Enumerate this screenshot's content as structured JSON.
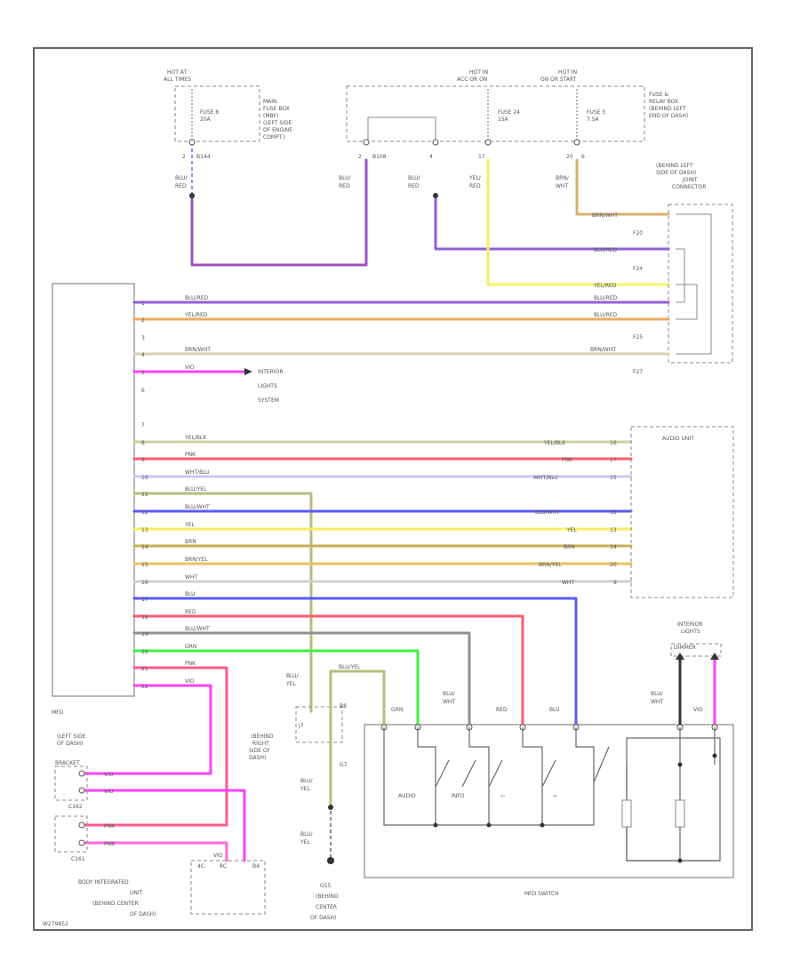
{
  "colors": {
    "purple": "#9060d8",
    "yellow": "#f5f060",
    "orange": "#f0a860",
    "tan": "#cbb98a",
    "gray": "#b0b0b0",
    "magenta": "#ff40ff",
    "olive": "#b8bc7a",
    "red": "#ff5a6e",
    "lavender": "#b8b8f0",
    "blue": "#5a5aff",
    "brown": "#c8b050",
    "orange_yellow": "#e8c060",
    "green": "#40f040",
    "pink": "#ff6ad8",
    "bluered": "#a050c0"
  },
  "fuse_hot_at_all": "HOT AT ALL TIMES",
  "fuse_hot_in_acc": "HOT IN ACC OR ON",
  "fuse_hot_in_on": "HOT IN ON OR START",
  "fuse_8": "FUSE 8",
  "fuse_8_amp": "20A",
  "fuse_24": "FUSE 24",
  "fuse_24_amp": "15A",
  "fuse_5": "FUSE 5",
  "fuse_5_amp": "7.5A",
  "main_fuse_box": "MAIN FUSE BOX (MBF) (LEFT SIDE OF ENGINE COMPT.)",
  "main_fuse_box_l1": "MAIN",
  "main_fuse_box_l2": "FUSE BOX",
  "main_fuse_box_l3": "(MBF)",
  "main_fuse_box_l4": "(LEFT SIDE",
  "main_fuse_box_l5": "OF ENGINE",
  "main_fuse_box_l6": "COMPT.)",
  "fuse_relay_box_l1": "FUSE &",
  "fuse_relay_box_l2": "RELAY BOX",
  "fuse_relay_box_l3": "(BEHIND LEFT",
  "fuse_relay_box_l4": "END OF DASH)",
  "pin_b144": "B144",
  "pin_b108": "B108",
  "pin_2": "2",
  "pin_4": "4",
  "pin_17": "17",
  "pin_20": "20",
  "pin_6": "6",
  "wire_blu_red": "BLU/ RED",
  "wire_yel_red": "YEL/ RED",
  "wire_brn_wht": "BRN/ WHT",
  "behind_left_l1": "(BEHIND LEFT",
  "behind_left_l2": "SIDE OF DASH)",
  "behind_left_l3": "JOINT",
  "behind_left_l4": "CONNECTOR",
  "conn_f20": "F20",
  "conn_f24": "F24",
  "conn_f25": "F25",
  "conn_f27": "F27",
  "lbl_brn_wht": "BRN/WHT",
  "lbl_blu_red": "BLU/RED",
  "lbl_yel_red": "YEL/RED",
  "lbl_blu_red2": "BLU/RED",
  "lbl_brn_wht2": "BRN/WHT",
  "lbl_vio": "VIO",
  "interior_l1": "INTERIOR",
  "interior_l2": "LIGHTS",
  "interior_l3": "SYSTEM",
  "mfd_pins": [
    "1",
    "2",
    "3",
    "4",
    "5",
    "6",
    "7",
    "8",
    "9",
    "10",
    "11",
    "12",
    "13",
    "14",
    "15",
    "16",
    "17",
    "18",
    "19",
    "20",
    "21",
    "22"
  ],
  "row_yel_blk": "YEL/BLK",
  "row_pnk": "PNK",
  "row_wht_blu": "WHT/BLU",
  "row_blu_yel": "BLU/YEL",
  "row_blu_wht": "BLU/WHT",
  "row_yel": "YEL",
  "row_brn": "BRN",
  "row_brn_yel": "BRN/YEL",
  "row_wht": "WHT",
  "row_blu": "BLU",
  "row_red": "RED",
  "row_blu_wht2": "BLU/WHT",
  "row_grn": "GRN",
  "row_pnk2": "PNK",
  "row_vio": "VIO",
  "audio_unit": "AUDIO UNIT",
  "audio_pins": [
    "16",
    "17",
    "15",
    "18",
    "13",
    "14",
    "20",
    "9"
  ],
  "mfd_label": "MFD",
  "interior_conn_l1": "INTERIOR",
  "interior_conn_l2": "LIGHTS",
  "interior_conn_l3": "SYSTEM",
  "left_side_l1": "(LEFT SIDE",
  "left_side_l2": "OF DASH)",
  "left_side_l3": "BRACKET",
  "conn_c162": "C162",
  "conn_c161": "C161",
  "body_l1": "BODY INTEGRATED",
  "body_l2": "UNIT",
  "body_l3": "(BEHIND CENTER",
  "body_l4": "OF DASH)",
  "pin_4c": "4C",
  "pin_8c": "8C",
  "pin_b4": "B4",
  "behind_right_l1": "(BEHIND",
  "behind_right_l2": "RIGHT",
  "behind_right_l3": "SIDE OF",
  "behind_right_l4": "DASH)",
  "conn_j7": "J7",
  "conn_b8": "B8",
  "conn_g7": "G7",
  "ground_l1": "G55",
  "ground_l2": "(BEHIND",
  "ground_l3": "CENTER",
  "ground_l4": "OF DASH)",
  "blu_yel_v": "BLU/ YEL",
  "grn_top": "BLU/YEL",
  "sw_grn": "GRN",
  "sw_blu_wht": "BLU/ WHT",
  "sw_red": "RED",
  "sw_blu": "BLU",
  "sw_blu_wht2": "BLU/ WHT",
  "sw_vio": "VIO",
  "sw_audio": "AUDIO",
  "sw_info": "INFO",
  "sw_arrow1": "⇦",
  "sw_arrow2": "⇨",
  "mfd_switch": "MFD SWITCH",
  "interior_top_l1": "INTERIOR",
  "interior_top_l2": "LIGHTS",
  "interior_top_l3": "DIMMER",
  "corner_code": "W279852"
}
